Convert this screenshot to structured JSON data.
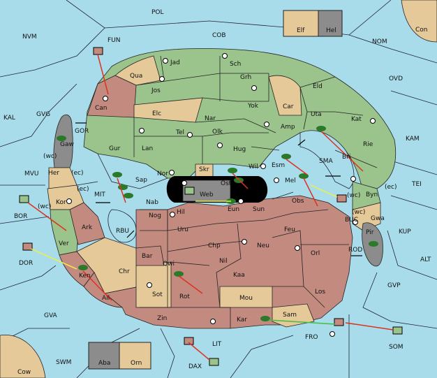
{
  "colors": {
    "sea": "#a8dcea",
    "green": "#9bc48c",
    "red": "#c38b80",
    "tan": "#e5c999",
    "gray": "#8c8c8c",
    "order_red": "#e03020",
    "order_yellow": "#f0f040",
    "order_green": "#40c040",
    "border": "#222222"
  },
  "sea_labels": {
    "pol": "POL",
    "nvm": "NVM",
    "fun": "FUN",
    "cob": "COB",
    "nom": "NOM",
    "ovd": "OVD",
    "kal": "KAL",
    "gvg": "GVG",
    "kam": "KAM",
    "sma": "SMA",
    "gor": "GOR",
    "mvu": "MVU",
    "mit": "MIT",
    "bor": "BOR",
    "tei": "TEI",
    "rbu": "RBU",
    "buc": "BUC",
    "kup": "KUP",
    "dor": "DOR",
    "rod": "ROD",
    "alt": "ALT",
    "gvp": "GVP",
    "gva": "GVA",
    "fro": "FRO",
    "som": "SOM",
    "swm": "SWM",
    "lit": "LIT",
    "dax": "DAX"
  },
  "corner_labels": {
    "con": "Con",
    "cow": "Cow"
  },
  "inset_top": {
    "elf": "Elf",
    "hel": "Hel"
  },
  "inset_bottom": {
    "aba": "Aba",
    "orn": "Orn"
  },
  "provinces": {
    "jad": "Jad",
    "sch": "Sch",
    "qua": "Qua",
    "jos": "Jos",
    "grh": "Grh",
    "eld": "Eld",
    "car": "Car",
    "yok": "Yok",
    "can": "Can",
    "elc": "Elc",
    "nar": "Nar",
    "uta": "Uta",
    "kat": "Kat",
    "amp": "Amp",
    "tel": "Tel",
    "olk": "Olk",
    "gur": "Gur",
    "lan": "Lan",
    "hug": "Hug",
    "rie": "Rie",
    "bri": "Bri",
    "gaw": "Gaw",
    "esm": "Esm",
    "wil": "Wil",
    "nor": "Nor",
    "skr": "Skr",
    "ost": "Ost",
    "her": "Her",
    "sap": "Sap",
    "web": "Web",
    "mel": "Mel",
    "byn": "Byn",
    "kor": "Kor",
    "nab": "Nab",
    "hil": "Hil",
    "eun": "Eun",
    "sun": "Sun",
    "obs": "Obs",
    "nog": "Nog",
    "gwa": "Gwa",
    "ark": "Ark",
    "uru": "Uru",
    "feu": "Feu",
    "pir": "Pir",
    "ver": "Ver",
    "chp": "Chp",
    "neu": "Neu",
    "bar": "Bar",
    "qwi": "Qwi",
    "nil": "Nil",
    "orl": "Orl",
    "chr": "Chr",
    "kaa": "Kaa",
    "ken": "Ken",
    "rot": "Rot",
    "los": "Los",
    "sot": "Sot",
    "ail": "Ail",
    "mou": "Mou",
    "zin": "Zin",
    "kar": "Kar",
    "sam": "Sam"
  },
  "coast_tags": {
    "wc1": "(wc)",
    "ec1": "(ec)",
    "ec2": "(ec)",
    "wc2": "(wc)",
    "wc3": "(wc)",
    "ec3": "(ec)",
    "wc4": "(wc)"
  }
}
